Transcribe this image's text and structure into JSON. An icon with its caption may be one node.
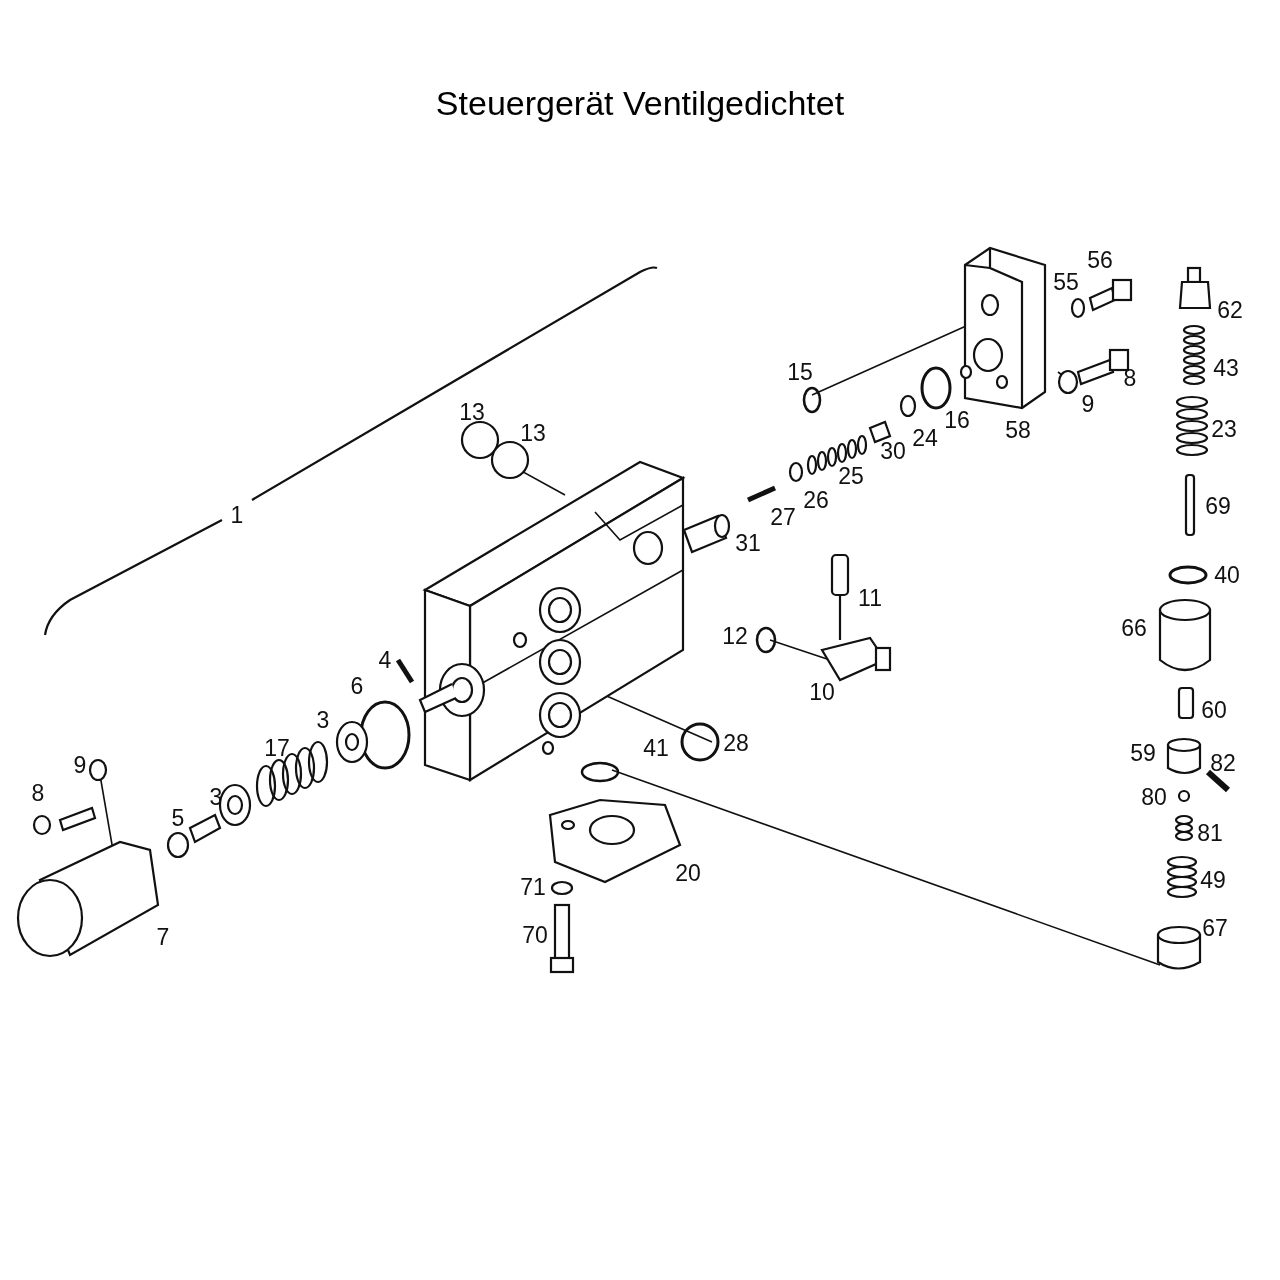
{
  "diagram": {
    "title": "Steuergerät Ventilgedichtet",
    "labels": [
      "56",
      "55",
      "62",
      "15",
      "43",
      "8",
      "13",
      "13",
      "16",
      "9",
      "58",
      "30",
      "24",
      "23",
      "25",
      "26",
      "1",
      "27",
      "69",
      "31",
      "40",
      "11",
      "66",
      "12",
      "4",
      "10",
      "60",
      "6",
      "3",
      "28",
      "41",
      "17",
      "59",
      "82",
      "9",
      "80",
      "8",
      "5",
      "3",
      "81",
      "20",
      "49",
      "7",
      "71",
      "67",
      "70"
    ]
  }
}
